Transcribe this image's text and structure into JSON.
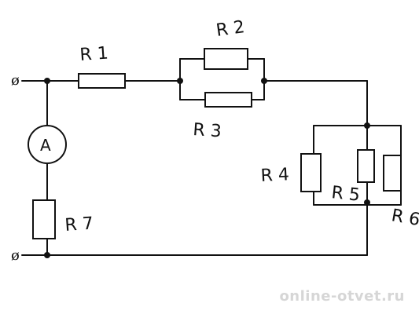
{
  "labels": {
    "r1": "R 1",
    "r2": "R 2",
    "r3": "R 3",
    "r4": "R 4",
    "r5": "R 5",
    "r6": "R 6",
    "r7": "R 7",
    "ammeter": "A",
    "terminal_top": "ø",
    "terminal_bottom": "ø"
  },
  "watermark": "online-otvet.ru",
  "colors": {
    "line": "#111111",
    "watermark": "#d6d6d6"
  }
}
